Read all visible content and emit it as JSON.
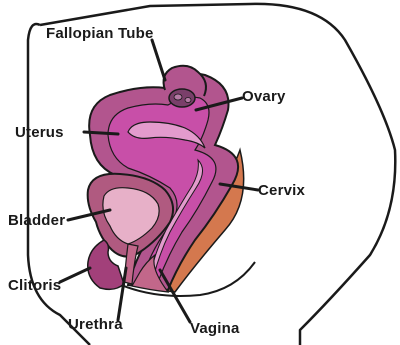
{
  "diagram": {
    "labels": {
      "fallopian_tube": "Fallopian Tube",
      "ovary": "Ovary",
      "uterus": "Uterus",
      "cervix": "Cervix",
      "bladder": "Bladder",
      "clitoris": "Clitoris",
      "urethra": "Urethra",
      "vagina": "Vagina"
    },
    "colors": {
      "outline": "#1a1a1a",
      "uterus_outer": "#b2558e",
      "uterus_inner": "#c84fa8",
      "uterus_lining": "#e39bcd",
      "bladder_fill": "#e7b0c8",
      "bladder_outer": "#b05a80",
      "vaginal_wall": "#c2678a",
      "rectal_band": "#d4784e",
      "ovary": "#7a3f6a"
    }
  }
}
